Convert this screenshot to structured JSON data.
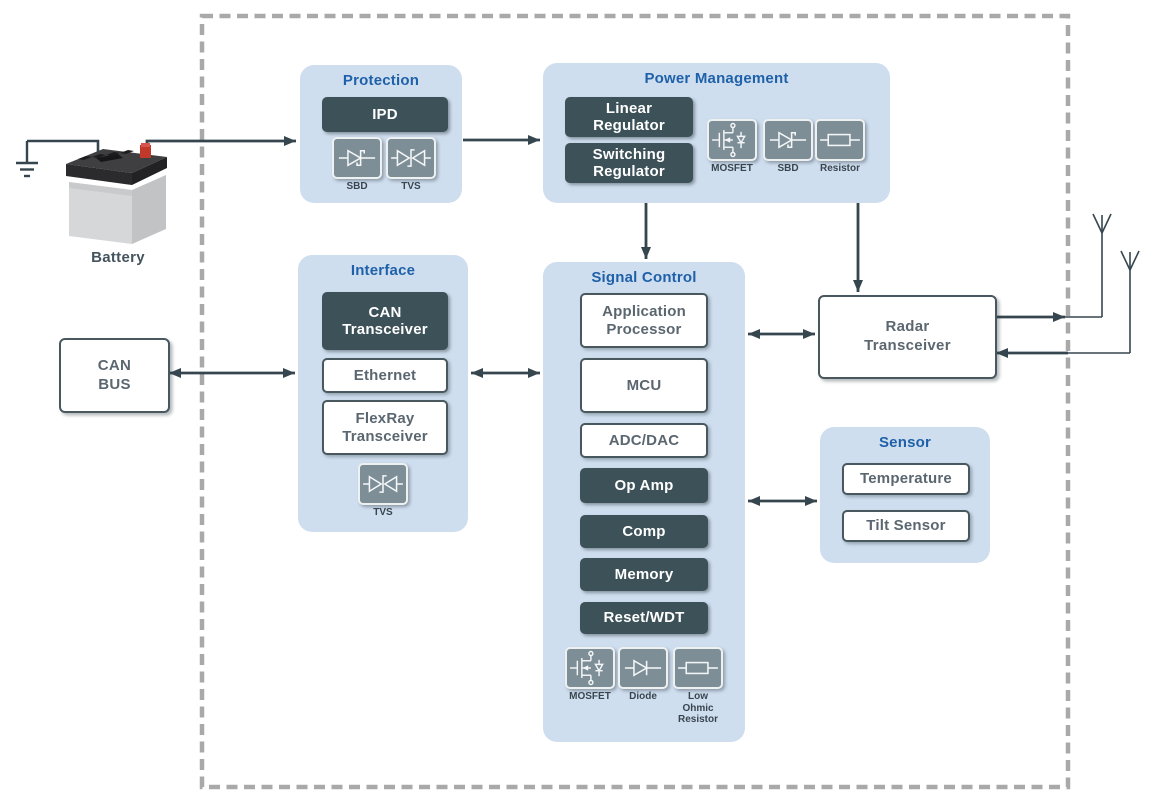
{
  "colors": {
    "panel_bg": "#cfdeef",
    "title_blue": "#1f61a9",
    "chip_dark_bg": "#3c5158",
    "chip_light_border": "#49575f",
    "chip_light_text": "#5b6770",
    "icon_bg": "#7d8e97",
    "wire": "#36464f",
    "dashed_border": "#a9a9a9",
    "battery_terminal_red": "#c0392b"
  },
  "standalone": {
    "battery_label": "Battery",
    "can_bus_label": "CAN\nBUS",
    "radar_label": "Radar\nTransceiver"
  },
  "panels": {
    "protection": {
      "title": "Protection",
      "chips": [
        {
          "label": "IPD",
          "variant": "dark"
        }
      ],
      "icons": [
        {
          "icon": "sbd-diode-icon",
          "label": "SBD"
        },
        {
          "icon": "tvs-diode-icon",
          "label": "TVS"
        }
      ]
    },
    "power_management": {
      "title": "Power Management",
      "chips": [
        {
          "label": "Linear\nRegulator",
          "variant": "dark"
        },
        {
          "label": "Switching\nRegulator",
          "variant": "dark"
        }
      ],
      "icons": [
        {
          "icon": "mosfet-icon",
          "label": "MOSFET"
        },
        {
          "icon": "sbd-diode-icon",
          "label": "SBD"
        },
        {
          "icon": "resistor-icon",
          "label": "Resistor"
        }
      ]
    },
    "interface": {
      "title": "Interface",
      "chips": [
        {
          "label": "CAN\nTransceiver",
          "variant": "dark"
        },
        {
          "label": "Ethernet",
          "variant": "light"
        },
        {
          "label": "FlexRay\nTransceiver",
          "variant": "light"
        }
      ],
      "icons": [
        {
          "icon": "tvs-diode-icon",
          "label": "TVS"
        }
      ]
    },
    "signal_control": {
      "title": "Signal Control",
      "chips": [
        {
          "label": "Application\nProcessor",
          "variant": "light"
        },
        {
          "label": "MCU",
          "variant": "light"
        },
        {
          "label": "ADC/DAC",
          "variant": "light"
        },
        {
          "label": "Op Amp",
          "variant": "dark"
        },
        {
          "label": "Comp",
          "variant": "dark"
        },
        {
          "label": "Memory",
          "variant": "dark"
        },
        {
          "label": "Reset/WDT",
          "variant": "dark"
        }
      ],
      "icons": [
        {
          "icon": "mosfet-icon",
          "label": "MOSFET"
        },
        {
          "icon": "diode-icon",
          "label": "Diode"
        },
        {
          "icon": "resistor-icon",
          "label": "Low\nOhmic\nResistor"
        }
      ]
    },
    "sensor": {
      "title": "Sensor",
      "chips": [
        {
          "label": "Temperature",
          "variant": "light"
        },
        {
          "label": "Tilt Sensor",
          "variant": "light"
        }
      ]
    }
  }
}
